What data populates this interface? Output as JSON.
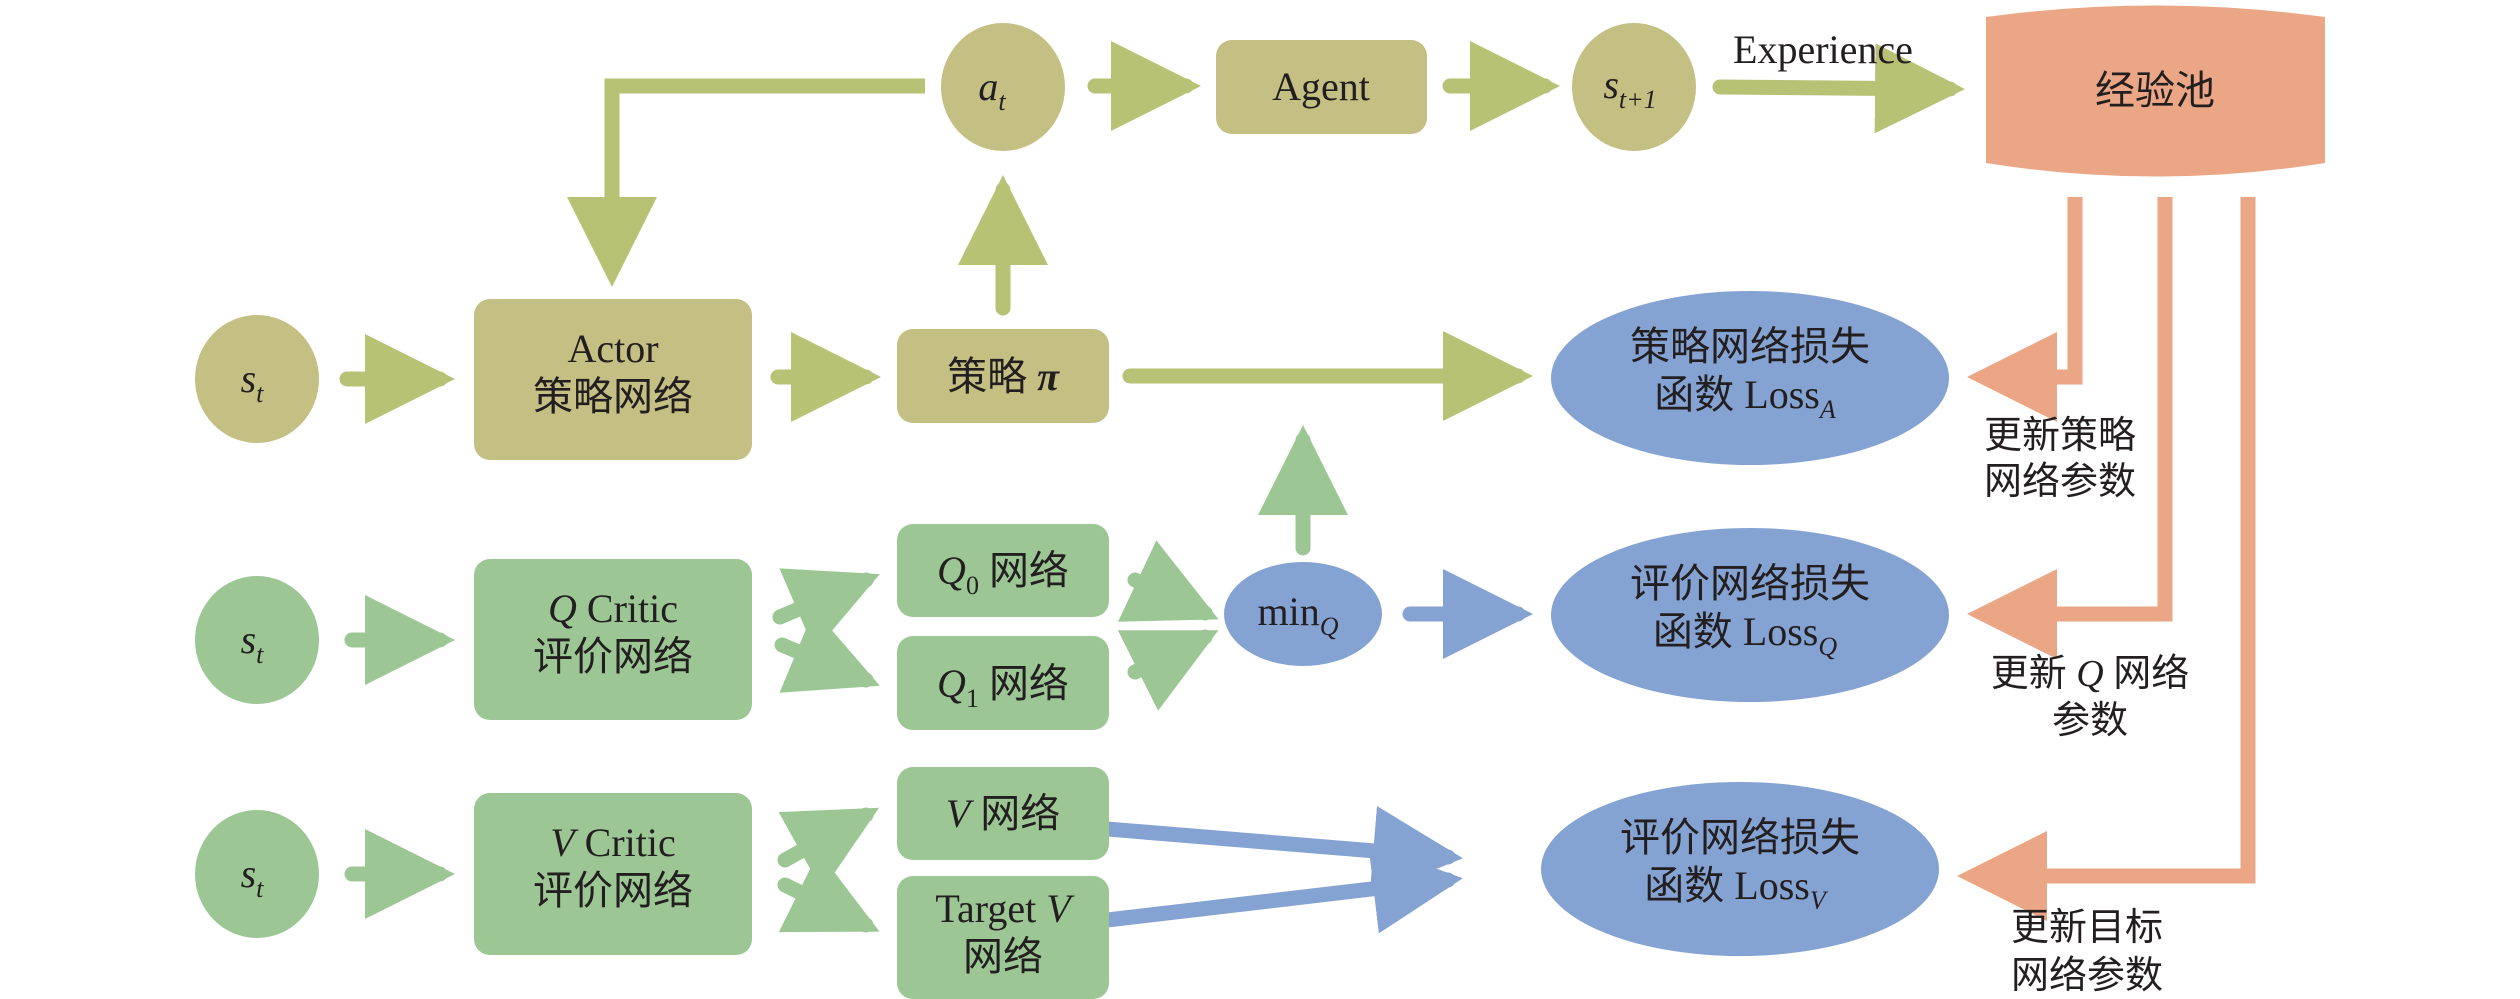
{
  "title": "Actor-Critic with twin Q and V networks (SAC-style) training flow",
  "colors": {
    "olive": "#c4bf83",
    "olive_arrow": "#b7c275",
    "green": "#9cc795",
    "green_arrow": "#9cc795",
    "blue": "#85a3d2",
    "salmon": "#eaa685",
    "text": "#231f20"
  },
  "top_row": {
    "action": {
      "main": "a",
      "sub": "t"
    },
    "agent": "Agent",
    "next_state": {
      "main": "s",
      "sub": "t+1"
    },
    "experience_label": "Experience",
    "replay_pool": "经验池"
  },
  "actor_row": {
    "state": {
      "main": "s",
      "sub": "t"
    },
    "actor_line1": "Actor",
    "actor_line2": "策略网络",
    "policy_prefix": "策略",
    "policy_symbol": "π",
    "loss_line1": "策略网络损失",
    "loss_line2_prefix": "函数 Loss",
    "loss_sub": "A",
    "update_label_line1": "更新策略",
    "update_label_line2": "网络参数"
  },
  "q_row": {
    "state": {
      "main": "s",
      "sub": "t"
    },
    "critic_line1_italic": "Q",
    "critic_line1_rest": " Critic",
    "critic_line2": "评价网络",
    "q0": {
      "italic": "Q",
      "sub": "0",
      "rest": " 网络"
    },
    "q1": {
      "italic": "Q",
      "sub": "1",
      "rest": " 网络"
    },
    "min": {
      "main": "min",
      "sub": "Q"
    },
    "loss_line1": "评价网络损失",
    "loss_line2_prefix": "函数 Loss",
    "loss_sub": "Q",
    "update_label_line1_prefix": "更新 ",
    "update_label_line1_italic": "Q",
    "update_label_line1_suffix": " 网络",
    "update_label_line2": "参数"
  },
  "v_row": {
    "state": {
      "main": "s",
      "sub": "t"
    },
    "critic_line1_italic": "V",
    "critic_line1_rest": " Critic",
    "critic_line2": "评价网络",
    "v_net": {
      "italic": "V",
      "rest": " 网络"
    },
    "target_v_line1_prefix": "Target ",
    "target_v_line1_italic": "V",
    "target_v_line2": "网络",
    "loss_line1": "评价网络损失",
    "loss_line2_prefix": "函数 Loss",
    "loss_sub": "V",
    "update_label_line1": "更新目标",
    "update_label_line2": "网络参数"
  }
}
